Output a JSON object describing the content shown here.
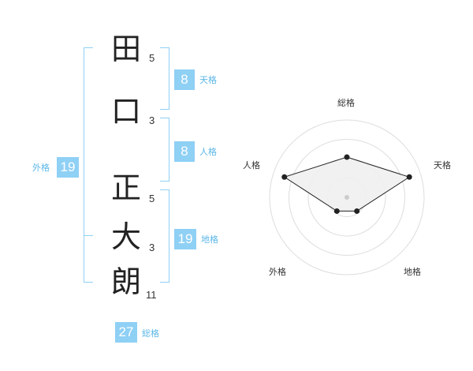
{
  "name": {
    "surname": [
      {
        "char": "田",
        "strokes": "5"
      },
      {
        "char": "口",
        "strokes": "3"
      }
    ],
    "given": [
      {
        "char": "正",
        "strokes": "5"
      },
      {
        "char": "大",
        "strokes": "3"
      },
      {
        "char": "朗",
        "strokes": "11"
      }
    ]
  },
  "grids": {
    "tenkaku": {
      "label": "天格",
      "value": "8"
    },
    "jinkaku": {
      "label": "人格",
      "value": "8"
    },
    "chikaku": {
      "label": "地格",
      "value": "19"
    },
    "gaikaku": {
      "label": "外格",
      "value": "19"
    },
    "soukaku": {
      "label": "総格",
      "value": "27"
    }
  },
  "colors": {
    "accent": "#8fd0f5",
    "accent_text": "#5bb7e8",
    "radar_fill": "#f0f0f0",
    "radar_line": "#222222"
  },
  "chart_data": {
    "type": "radar",
    "axes": [
      "総格",
      "天格",
      "地格",
      "外格",
      "人格"
    ],
    "series": [
      {
        "values": [
          0.52,
          0.85,
          0.22,
          0.22,
          0.85
        ]
      }
    ],
    "range": [
      0,
      1
    ],
    "rings": 4
  }
}
